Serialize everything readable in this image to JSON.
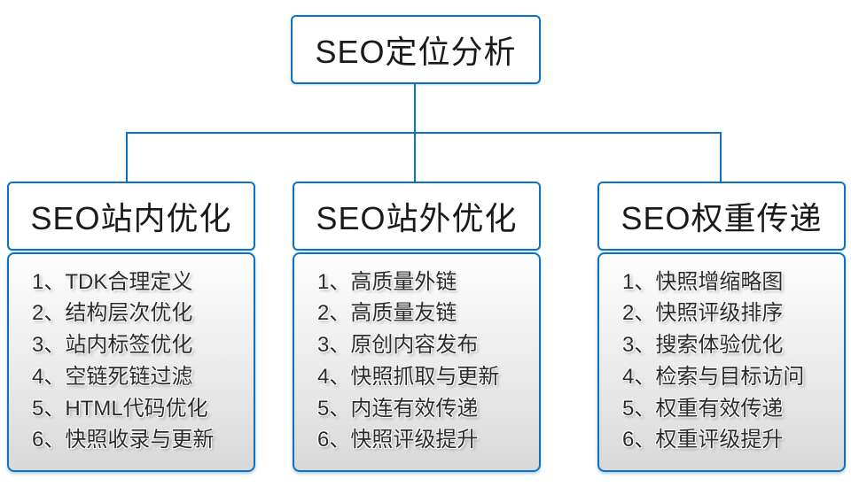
{
  "colors": {
    "accent_border_line": "#0f72c1",
    "node_background": "#ffffff",
    "list_gradient_top": "#fdfdfd",
    "list_gradient_bottom": "#d9d9d9",
    "text": "#1a1a1a"
  },
  "root": {
    "title": "SEO定位分析"
  },
  "columns": [
    {
      "key": "onsite",
      "title": "SEO站内优化",
      "items": [
        "1、TDK合理定义",
        "2、结构层次优化",
        "3、站内标签优化",
        "4、空链死链过滤",
        "5、HTML代码优化",
        "6、快照收录与更新"
      ]
    },
    {
      "key": "offsite",
      "title": "SEO站外优化",
      "items": [
        "1、高质量外链",
        "2、高质量友链",
        "3、原创内容发布",
        "4、快照抓取与更新",
        "5、内连有效传递",
        "6、快照评级提升"
      ]
    },
    {
      "key": "weight",
      "title": "SEO权重传递",
      "items": [
        "1、快照增缩略图",
        "2、快照评级排序",
        "3、搜索体验优化",
        "4、检索与目标访问",
        "5、权重有效传递",
        "6、权重评级提升"
      ]
    }
  ]
}
